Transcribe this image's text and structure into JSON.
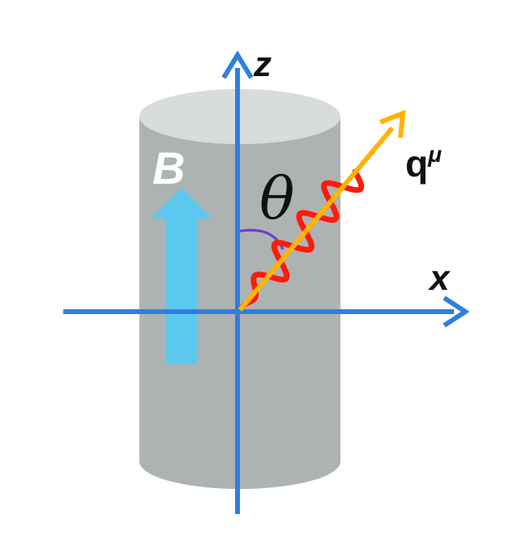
{
  "labels": {
    "z_axis": "z",
    "x_axis": "x",
    "field": "B",
    "angle": "θ",
    "momentum_base": "q",
    "momentum_sup": "μ"
  },
  "colors": {
    "background": "#ffffff",
    "cylinder_body": "#adb3b2",
    "cylinder_top": "#d8dcdc",
    "axis": "#2f7fe0",
    "field_arrow": "#5cc8f0",
    "field_label": "#ffffff",
    "momentum_arrow": "#ffb300",
    "wave": "#ff1a0d",
    "angle_arc": "#6a3fc8",
    "text": "#111111"
  },
  "icons": {
    "axis_arrowhead": "arrowhead",
    "field_arrow": "thick-up-arrow",
    "wave": "sine-wave"
  }
}
